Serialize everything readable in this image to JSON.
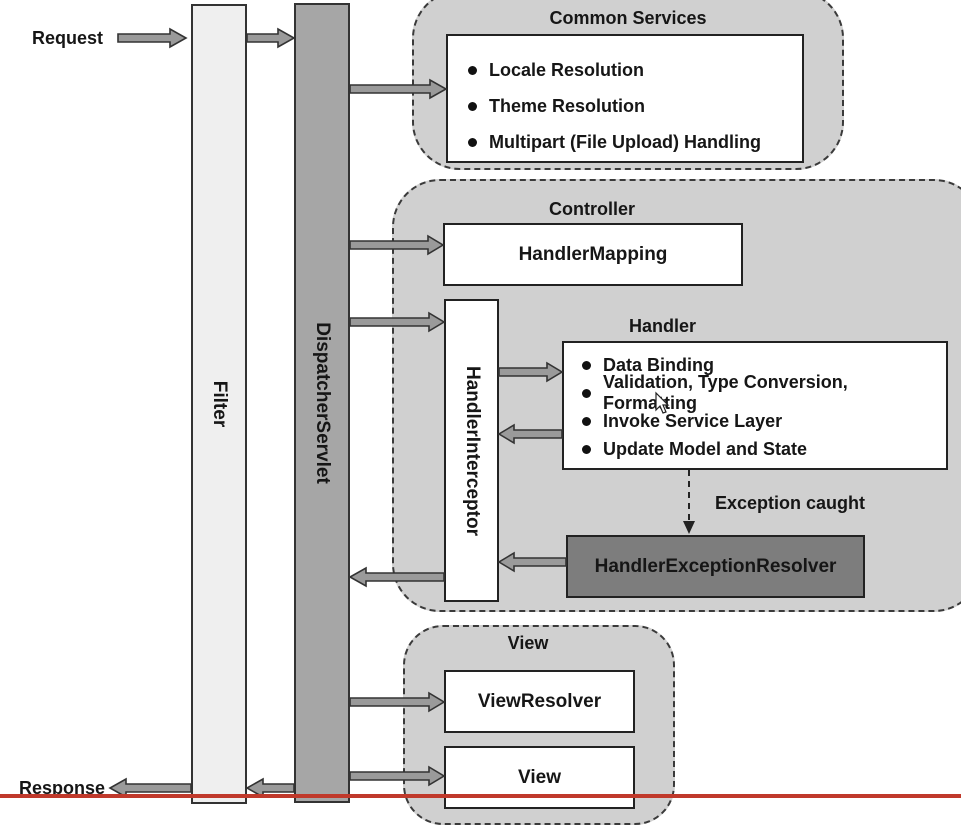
{
  "labels": {
    "request": "Request",
    "response": "Response",
    "filter": "Filter",
    "dispatcher": "DispatcherServlet",
    "interceptor": "HandlerInterceptor",
    "exception_caught": "Exception caught"
  },
  "common_services": {
    "title": "Common Services",
    "items": [
      "Locale Resolution",
      "Theme Resolution",
      "Multipart (File Upload) Handling"
    ]
  },
  "controller": {
    "title": "Controller",
    "handler_mapping": "HandlerMapping",
    "handler_title": "Handler",
    "handler_items": [
      "Data Binding",
      "Validation, Type Conversion, Formatting",
      "Invoke Service Layer",
      "Update Model and State"
    ],
    "exception_resolver": "HandlerExceptionResolver"
  },
  "view": {
    "title": "View",
    "view_resolver": "ViewResolver",
    "view": "View"
  },
  "colors": {
    "group_fill": "#d0d0d0",
    "dispatcher_fill": "#a6a6a6",
    "filter_fill": "#efefef",
    "exception_fill": "#7d7d7d",
    "arrow_fill": "#9a9a9a",
    "bottom_line": "#c0392b"
  }
}
